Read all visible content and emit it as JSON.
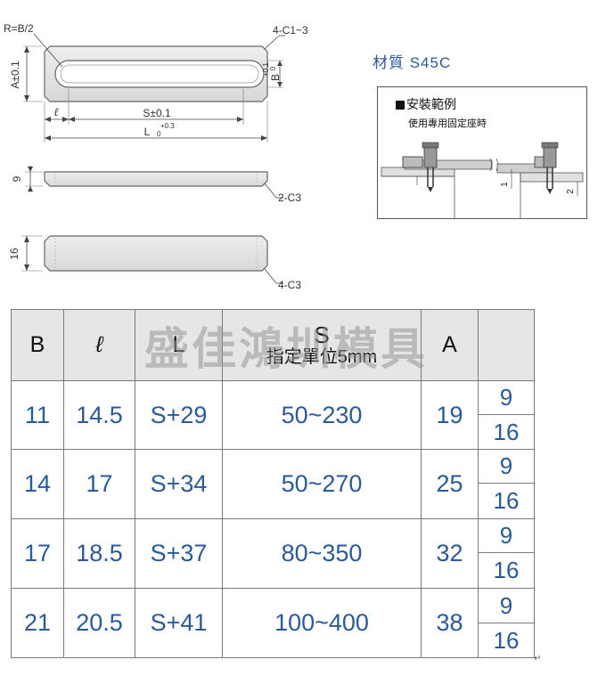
{
  "drawing": {
    "label_radius": "R=B/2",
    "label_corner_top": "4-C1~3",
    "label_A": "A±0.1",
    "label_B": "B",
    "label_B_tol": "+0.1",
    "label_B_tol2": "0",
    "label_ell": "ℓ",
    "label_S": "S±0.1",
    "label_L": "L",
    "label_L_tol": "+0.3",
    "label_L_tol2": "0",
    "label_thick": "9",
    "label_chamfer_side": "2-C3",
    "label_thick2": "16",
    "label_chamfer_bottom": "4-C3"
  },
  "material": "材質  S45C",
  "install": {
    "title": "安裝範例",
    "subtitle": "使用專用固定座時",
    "dim1": "1",
    "dim2": "2"
  },
  "table": {
    "headers": {
      "B": "B",
      "ell": "ℓ",
      "L": "L",
      "S": "S",
      "S_note": "指定單位5mm",
      "A": "A"
    },
    "rows": [
      {
        "B": "11",
        "ell": "14.5",
        "L": "S+29",
        "S": "50~230",
        "A": "19",
        "T": [
          "9",
          "16"
        ]
      },
      {
        "B": "14",
        "ell": "17",
        "L": "S+34",
        "S": "50~270",
        "A": "25",
        "T": [
          "9",
          "16"
        ]
      },
      {
        "B": "17",
        "ell": "18.5",
        "L": "S+37",
        "S": "80~350",
        "A": "32",
        "T": [
          "9",
          "16"
        ]
      },
      {
        "B": "21",
        "ell": "20.5",
        "L": "S+41",
        "S": "100~400",
        "A": "38",
        "T": [
          "9",
          "16"
        ]
      }
    ]
  },
  "watermark": "盛佳鴻圳模具"
}
